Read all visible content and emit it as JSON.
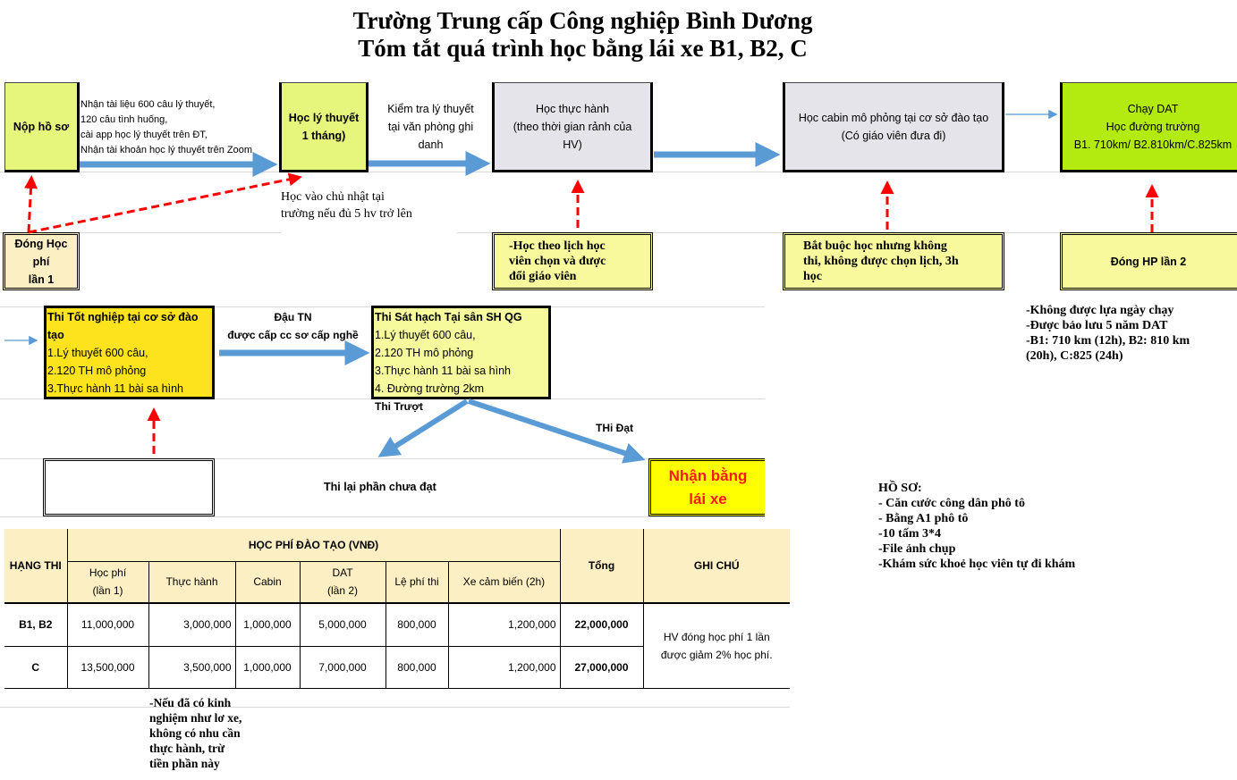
{
  "title": {
    "line1": "Trường Trung cấp Công nghiệp Bình Dương",
    "line2": "Tóm tắt quá trình học bằng lái xe B1, B2, C"
  },
  "flow": {
    "nop_ho_so": "Nộp hồ sơ",
    "nhan_tai_lieu": [
      "Nhận tài liệu 600 câu lý thuyết,",
      "120 câu tình huống,",
      "cài app học lý thuyết trên ĐT,",
      "Nhận tài khoản học lý thuyết trên Zoom"
    ],
    "hoc_ly_thuyet": [
      "Học lý thuyết",
      "1 tháng)"
    ],
    "kiem_tra": [
      "Kiểm tra lý thuyết",
      "tại văn phòng ghi",
      "danh"
    ],
    "hoc_thuc_hanh": [
      "Học thực hành",
      "(theo thời gian rảnh của",
      "HV)"
    ],
    "hoc_cabin": [
      "Học cabin mô phỏng  tại cơ sở đào tạo",
      "(Có giáo viên đưa đi)"
    ],
    "chay_dat": [
      "Chạy DAT",
      "Học đường trường",
      "B1. 710km/ B2.810km/C.825km"
    ],
    "dong_hp1": [
      "Đóng Học phí",
      "lần 1"
    ],
    "hoc_chu_nhat": [
      "Học vào chủ nhật tại",
      "trường nếu đủ 5 hv trở lên"
    ],
    "hoc_theo_lich": [
      "-Học theo lịch học",
      "viên chọn và được",
      "đổi giáo viên"
    ],
    "bat_buoc": [
      "Bắt buộc học nhưng không",
      "thi, không được chọn lịch, 3h",
      "học"
    ],
    "dong_hp2": "Đóng HP lần 2",
    "dat_notes": [
      "-Không được lựa ngày chạy",
      "-Được bảo lưu 5 năm DAT",
      "-B1: 710 km (12h), B2: 810 km",
      "(20h), C:825 (24h)"
    ],
    "thi_tot_nghiep": [
      "Thi Tốt nghiệp tại cơ sở đào",
      "tạo",
      "1.Lý thuyết 600 câu,",
      "2.120 TH mô phỏng",
      "3.Thực hành 11 bài sa hình"
    ],
    "dau_tn": [
      "Đậu TN",
      "được cấp cc sơ cấp nghề"
    ],
    "thi_sat_hach": [
      "Thi Sát hạch Tại sân SH QG",
      "1.Lý thuyết 600 câu,",
      "2.120 TH mô phỏng",
      "3.Thực hành 11 bài sa hình",
      "4. Đường trường 2km"
    ],
    "thi_truot": "Thi Trượt",
    "thi_dat": "THi Đạt",
    "thi_lai": "Thi lại phần chưa đạt",
    "nhan_bang": [
      "Nhận bằng",
      "lái xe"
    ],
    "ho_so": [
      "HỒ SƠ:",
      "- Căn cước công dân phô tô",
      "- Bằng A1 phô tô",
      "-10 tấm 3*4",
      "-File ảnh chụp",
      "-Khám sức khoẻ học viên tự đi khám"
    ]
  },
  "table": {
    "hang_thi": "HẠNG THI",
    "group": "HỌC PHÍ ĐÀO TẠO (VNĐ)",
    "tong": "Tổng",
    "ghi_chu": "GHI CHÚ",
    "sub": [
      [
        "Học phí",
        "(lần 1)"
      ],
      [
        "Thực hành",
        ""
      ],
      [
        "Cabin",
        ""
      ],
      [
        "DAT",
        "(lần 2)"
      ],
      [
        "Lệ phí thi",
        ""
      ],
      [
        "Xe cảm biến (2h)",
        ""
      ]
    ],
    "rows": [
      {
        "hang": "B1, B2",
        "values": [
          "11,000,000",
          "3,000,000",
          "1,000,000",
          "5,000,000",
          "800,000",
          "1,200,000"
        ],
        "tong": "22,000,000"
      },
      {
        "hang": "C",
        "values": [
          "13,500,000",
          "3,500,000",
          "1,000,000",
          "7,000,000",
          "800,000",
          "1,200,000"
        ],
        "tong": "27,000,000"
      }
    ],
    "note": [
      "HV đóng học phí 1 lần",
      "được giảm 2% học phí."
    ],
    "below_note": [
      "-Nếu đã có kinh",
      "nghiệm như lơ xe,",
      "không có nhu cần",
      "thực hành, trừ",
      "tiền phần này"
    ]
  }
}
